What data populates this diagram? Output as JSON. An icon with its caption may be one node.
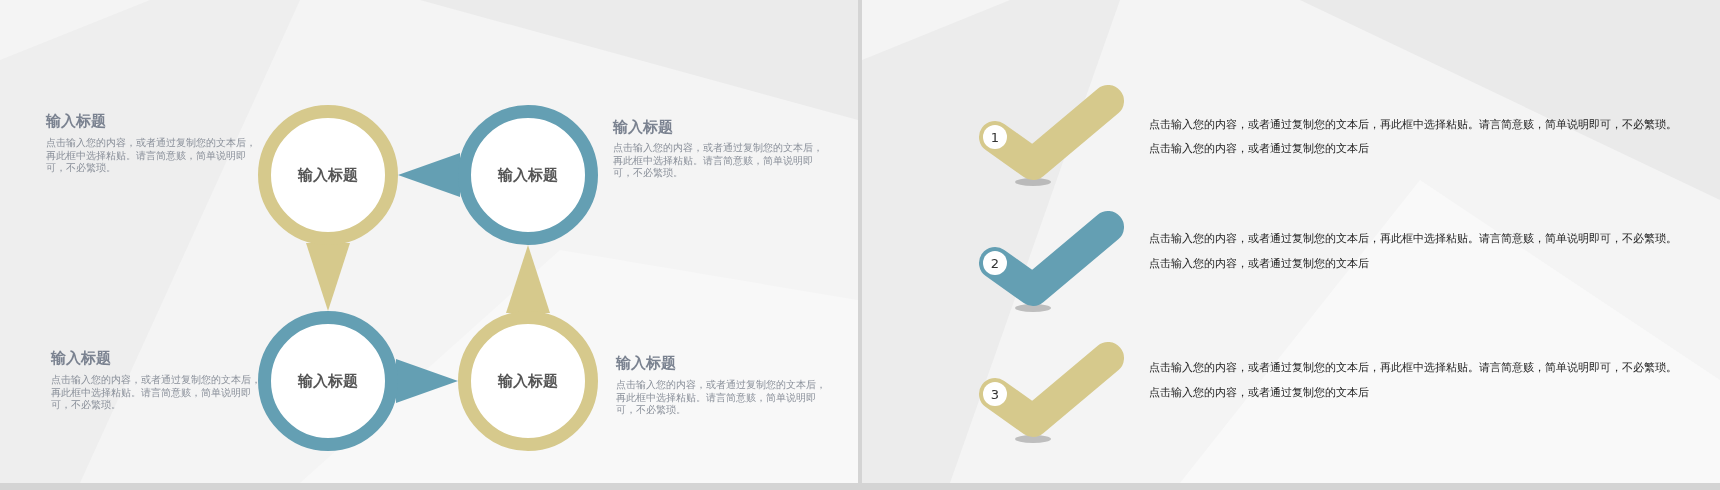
{
  "diagram": {
    "nodes": [
      {
        "text": [
          "输入标题"
        ]
      },
      {
        "text": [
          "输入标题"
        ]
      },
      {
        "text": [
          "输入标题"
        ]
      },
      {
        "text": [
          "输入标题"
        ]
      },
      {
        "text": [
          "1"
        ]
      },
      {
        "text": [
          "2"
        ]
      },
      {
        "text": [
          "3"
        ]
      }
    ],
    "edges": [
      {
        "from": 1,
        "to": 0,
        "arrow": "to",
        "color": "#649fb3"
      },
      {
        "from": 0,
        "to": 2,
        "arrow": "to",
        "color": "#d6c98c"
      },
      {
        "from": 2,
        "to": 3,
        "arrow": "to",
        "color": "#649fb3"
      },
      {
        "from": 3,
        "to": 1,
        "arrow": "to",
        "color": "#d6c98c"
      }
    ],
    "labels": [
      "输入标题",
      "点击输入您的内容，或者通过复制您的文本后，再此框中选择粘贴。请言简意赅，简单说明即可，不必繁琐。",
      "输入标题",
      "点击输入您的内容，或者通过复制您的文本后，再此框中选择粘贴。请言简意赅，简单说明即可，不必繁琐。",
      "输入标题",
      "点击输入您的内容，或者通过复制您的文本后，再此框中选择粘贴。请言简意赅，简单说明即可，不必繁琐。",
      "输入标题",
      "点击输入您的内容，或者通过复制您的文本后，再此框中选择粘贴。请言简意赅，简单说明即可，不必繁琐。",
      "点击输入您的内容，或者通过复制您的文本后，再此框中选择粘贴。请言简意赅，简单说明即可，不必繁琐。",
      "点击输入您的内容，或者通过复制您的文本后",
      "点击输入您的内容，或者通过复制您的文本后，再此框中选择粘贴。请言简意赅，简单说明即可，不必繁琐。",
      "点击输入您的内容，或者通过复制您的文本后",
      "点击输入您的内容，或者通过复制您的文本后，再此框中选择粘贴。请言简意赅，简单说明即可，不必繁琐。",
      "点击输入您的内容，或者通过复制您的文本后"
    ]
  }
}
